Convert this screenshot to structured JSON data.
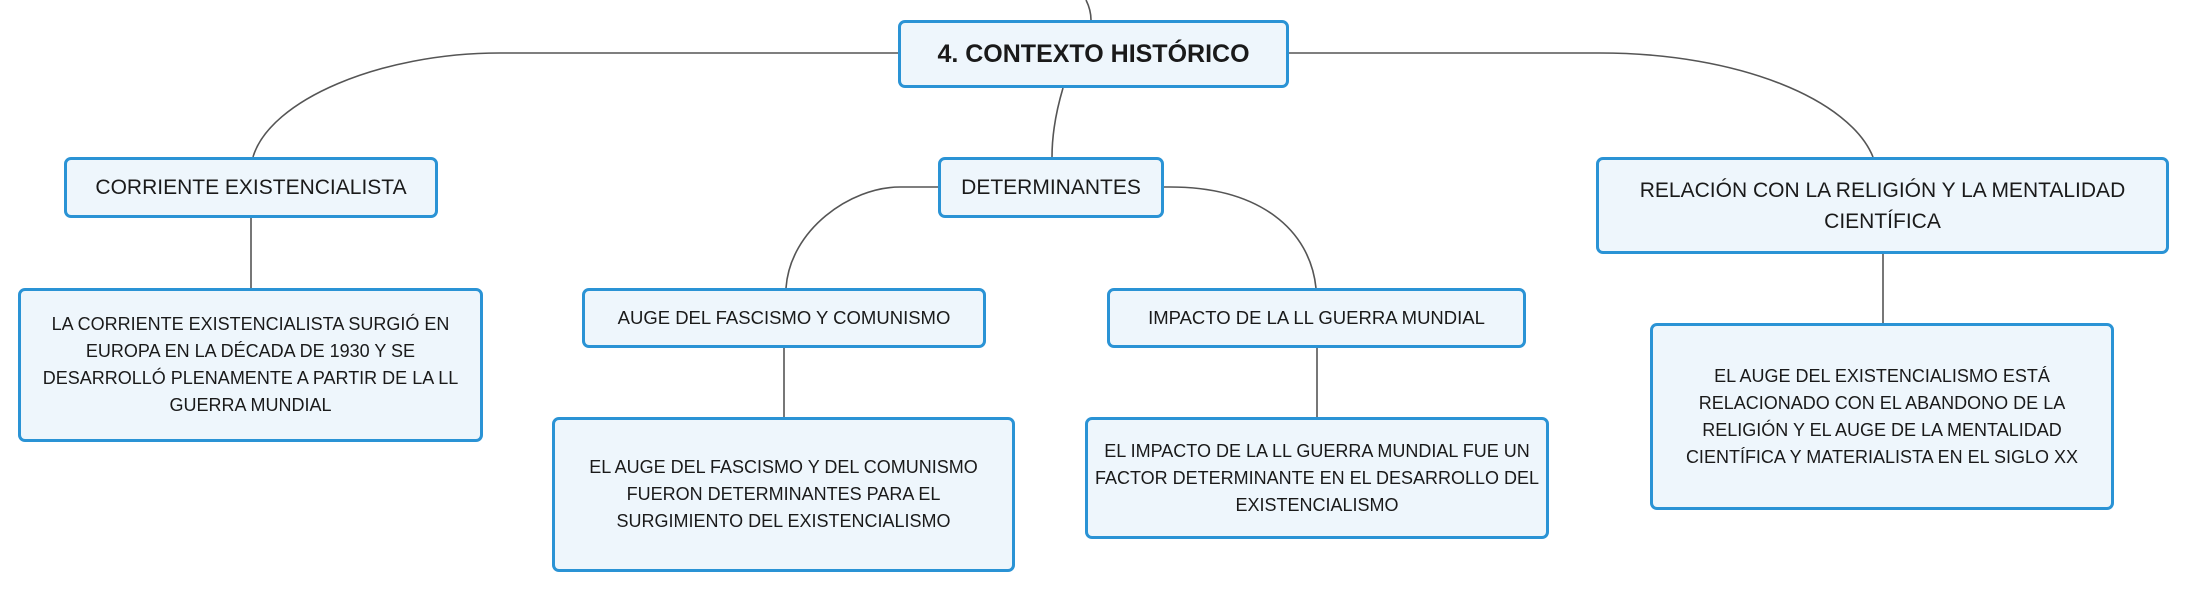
{
  "root": {
    "label": "4. CONTEXTO HISTÓRICO"
  },
  "branches": [
    {
      "label": "CORRIENTE EXISTENCIALISTA",
      "detail": "LA CORRIENTE EXISTENCIALISTA SURGIÓ EN EUROPA EN LA DÉCADA DE 1930 Y SE DESARROLLÓ PLENAMENTE A PARTIR DE LA LL GUERRA MUNDIAL"
    },
    {
      "label": "DETERMINANTES",
      "children": [
        {
          "label": "AUGE DEL FASCISMO Y COMUNISMO",
          "detail": "EL AUGE DEL FASCISMO Y DEL COMUNISMO FUERON DETERMINANTES PARA EL SURGIMIENTO DEL EXISTENCIALISMO"
        },
        {
          "label": "IMPACTO DE LA LL GUERRA MUNDIAL",
          "detail": "EL IMPACTO DE LA LL GUERRA MUNDIAL FUE UN FACTOR DETERMINANTE EN EL DESARROLLO DEL EXISTENCIALISMO"
        }
      ]
    },
    {
      "label": "RELACIÓN CON LA RELIGIÓN Y LA MENTALIDAD CIENTÍFICA",
      "detail": "EL AUGE DEL EXISTENCIALISMO ESTÁ RELACIONADO CON EL ABANDONO DE LA RELIGIÓN Y EL AUGE DE LA MENTALIDAD CIENTÍFICA Y MATERIALISTA EN EL SIGLO XX"
    }
  ]
}
